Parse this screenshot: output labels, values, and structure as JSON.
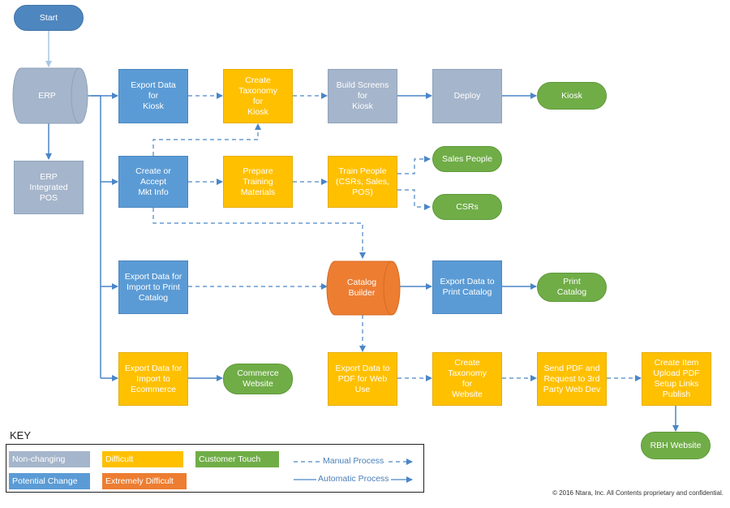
{
  "nodes": {
    "start": "Start",
    "erp": "ERP",
    "erp_pos": "ERP\nIntegrated\nPOS",
    "export_kiosk": "Export Data\nfor\nKiosk",
    "create_taxonomy_kiosk": "Create\nTaxonomy\nfor\nKiosk",
    "build_screens": "Build Screens\nfor\nKiosk",
    "deploy": "Deploy",
    "kiosk": "Kiosk",
    "create_mkt_info": "Create or\nAccept\nMkt Info",
    "prepare_training": "Prepare\nTraining\nMaterials",
    "train_people": "Train People\n(CSRs, Sales,\nPOS)",
    "sales_people": "Sales People",
    "csrs": "CSRs",
    "export_print": "Export Data for\nImport to Print\nCatalog",
    "catalog_builder": "Catalog\nBuilder",
    "export_print_catalog": "Export Data to\nPrint Catalog",
    "print_catalog": "Print\nCatalog",
    "export_ecommerce": "Export Data for\nImport to\nEcommerce",
    "commerce_website": "Commerce\nWebsite",
    "export_pdf": "Export Data to\nPDF for Web\nUse",
    "create_taxonomy_website": "Create\nTaxonomy\nfor\nWebsite",
    "send_pdf": "Send PDF and\nRequest to 3rd\nParty Web Dev",
    "create_item": "Create Item\nUpload PDF\nSetup Links\nPublish",
    "rbh_website": "RBH Website"
  },
  "key": {
    "title": "KEY",
    "non_changing": "Non-changing",
    "potential_change": "Potential Change",
    "difficult": "Difficult",
    "extremely_difficult": "Extremely Difficult",
    "customer_touch": "Customer Touch",
    "manual_process": "Manual Process",
    "automatic_process": "Automatic Process"
  },
  "colors": {
    "non_changing": "#a5b5cb",
    "potential_change": "#5b9bd5",
    "difficult": "#ffc000",
    "extremely_difficult": "#ed7d31",
    "customer_touch": "#70ad47",
    "connector": "#4a86c8"
  },
  "copyright": "© 2016 Ntara, Inc. All Contents proprietary and confidential."
}
